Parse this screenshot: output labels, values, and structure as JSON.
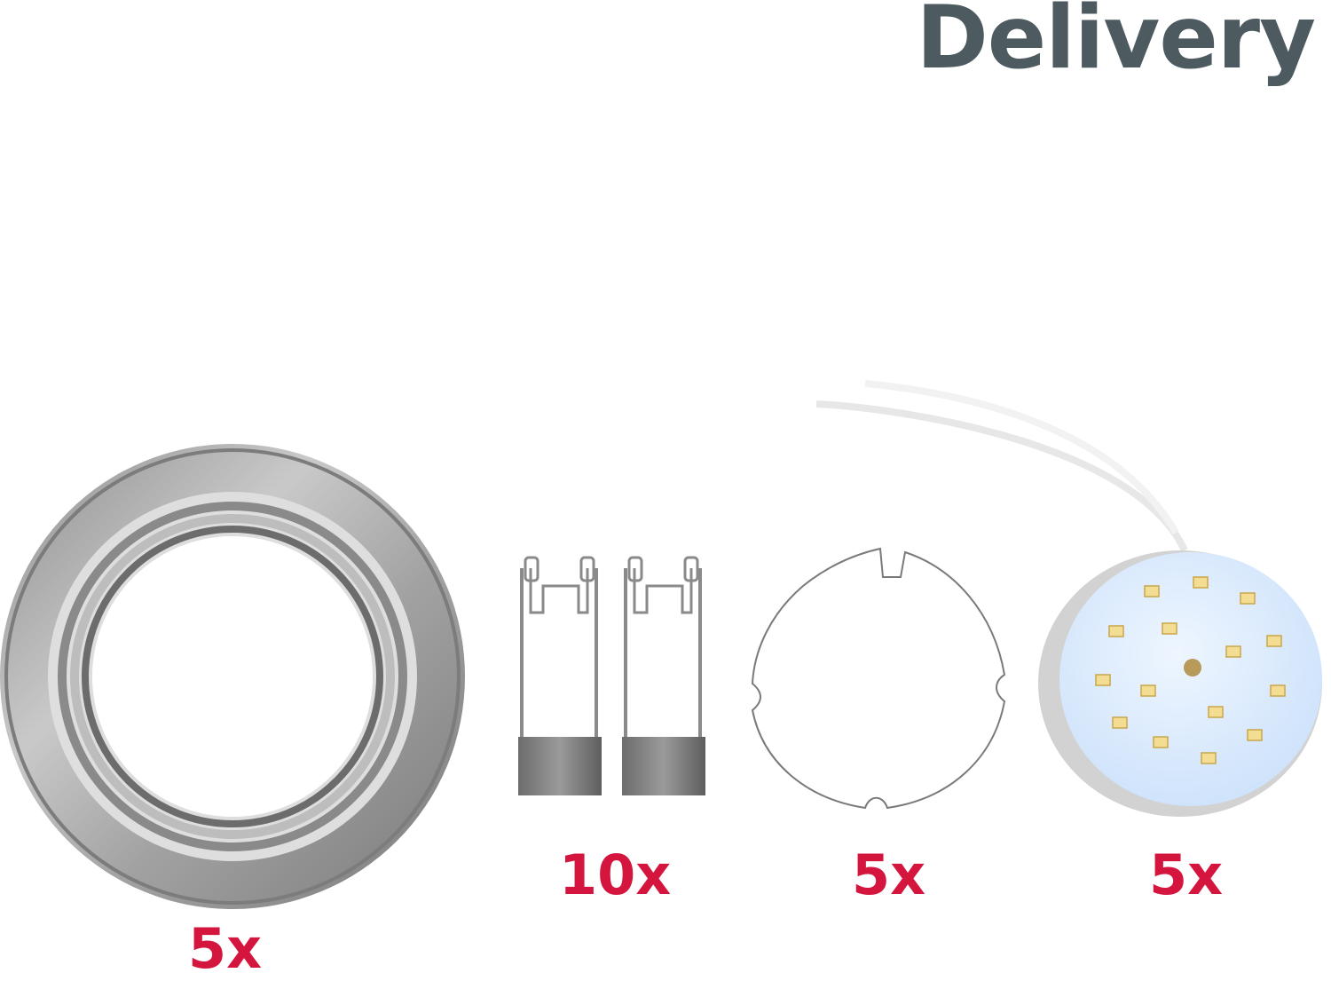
{
  "title": "Delivery",
  "colors": {
    "title": "#4d5a60",
    "quantity": "#d4163f"
  },
  "items": [
    {
      "name": "recessed-ring",
      "quantity": "5x"
    },
    {
      "name": "spring-clips",
      "quantity": "10x"
    },
    {
      "name": "mounting-plate",
      "quantity": "5x"
    },
    {
      "name": "led-module",
      "quantity": "5x"
    }
  ]
}
